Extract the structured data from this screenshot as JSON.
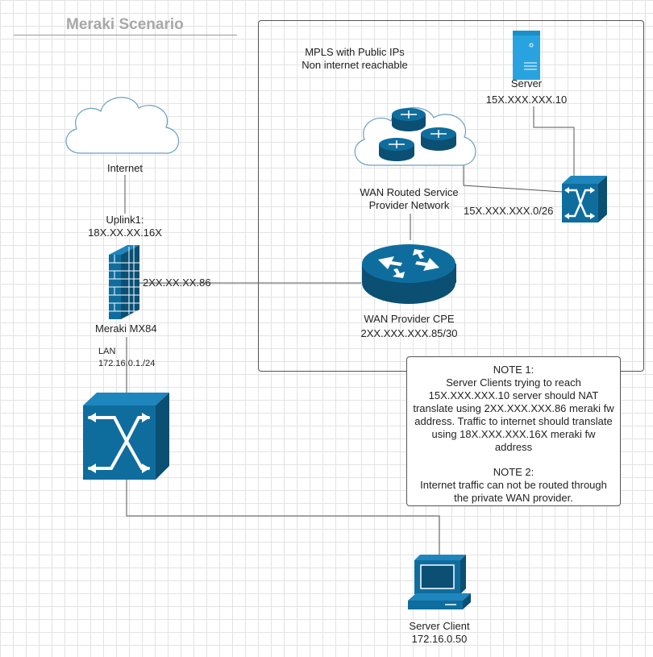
{
  "title": "Meraki Scenario",
  "colors": {
    "device_blue": "#0f6d9e",
    "device_dark": "#0b4f73",
    "line": "#555555",
    "server_blue": "#29a3e0"
  },
  "labels": {
    "internet": "Internet",
    "uplink_line1": "Uplink1:",
    "uplink_line2": "18X.XX.XX.16X",
    "mx_wan_ip": "2XX.XX.XX.86",
    "mx_name": "Meraki MX84",
    "lan_line1": "LAN",
    "lan_line2": "172.16.0.1./24",
    "mpls_line1": "MPLS with Public IPs",
    "mpls_line2": "Non internet reachable",
    "server_name": "Server",
    "server_ip": "15X.XXX.XXX.10",
    "wan_cloud_line1": "WAN Routed Service",
    "wan_cloud_line2": "Provider Network",
    "subnet": "15X.XXX.XXX.0/26",
    "cpe_name": "WAN Provider CPE",
    "cpe_ip": "2XX.XXX.XXX.85/30",
    "client_name": "Server Client",
    "client_ip": "172.16.0.50"
  },
  "notes": {
    "note1_title": "NOTE 1:",
    "note1_body": "Server Clients trying to reach 15X.XXX.XXX.10 server should NAT translate using 2XX.XXX.XXX.86  meraki fw address. Traffic to internet should translate using 18X.XXX.XXX.16X meraki fw address",
    "note2_title": "NOTE 2:",
    "note2_body": "Internet traffic can not be routed through the private WAN provider."
  },
  "icons": [
    "cloud-icon",
    "firewall-icon",
    "switch-icon",
    "router-icon",
    "server-icon",
    "workstation-icon"
  ]
}
